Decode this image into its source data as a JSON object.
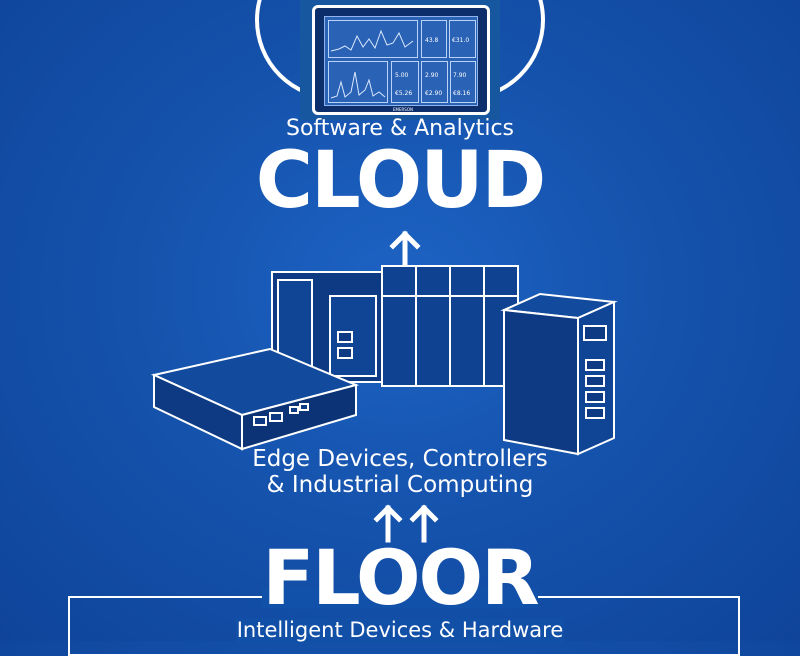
{
  "cloud": {
    "subtitle": "Software & Analytics",
    "title": "CLOUD"
  },
  "dashboard": {
    "values": [
      "43.8",
      "€31.0",
      "5.00",
      "2.90",
      "7.90",
      "€5.26",
      "€2.90",
      "€8.16"
    ],
    "brand": "EMERSON"
  },
  "edge": {
    "line1": "Edge Devices, Controllers",
    "line2": "& Industrial Computing"
  },
  "floor": {
    "title": "FLOOR",
    "subtitle": "Intelligent Devices & Hardware"
  },
  "colors": {
    "background": "#1553ad",
    "foreground": "#ffffff",
    "device_fill": "#0d3a82"
  }
}
